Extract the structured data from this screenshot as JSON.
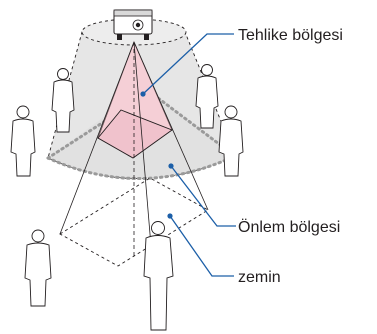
{
  "labels": {
    "danger_zone": "Tehlike bölgesi",
    "caution_zone": "Önlem bölgesi",
    "floor": "zemin"
  },
  "icons": [
    "projector-icon",
    "person-icon"
  ],
  "colors": {
    "danger_zone_fill": "#f5cfd6",
    "caution_zone_fill": "#e4e4e4",
    "callout_line": "#1c5fa8",
    "outline": "#231f20",
    "caution_boundary": "#9a9a9a"
  }
}
